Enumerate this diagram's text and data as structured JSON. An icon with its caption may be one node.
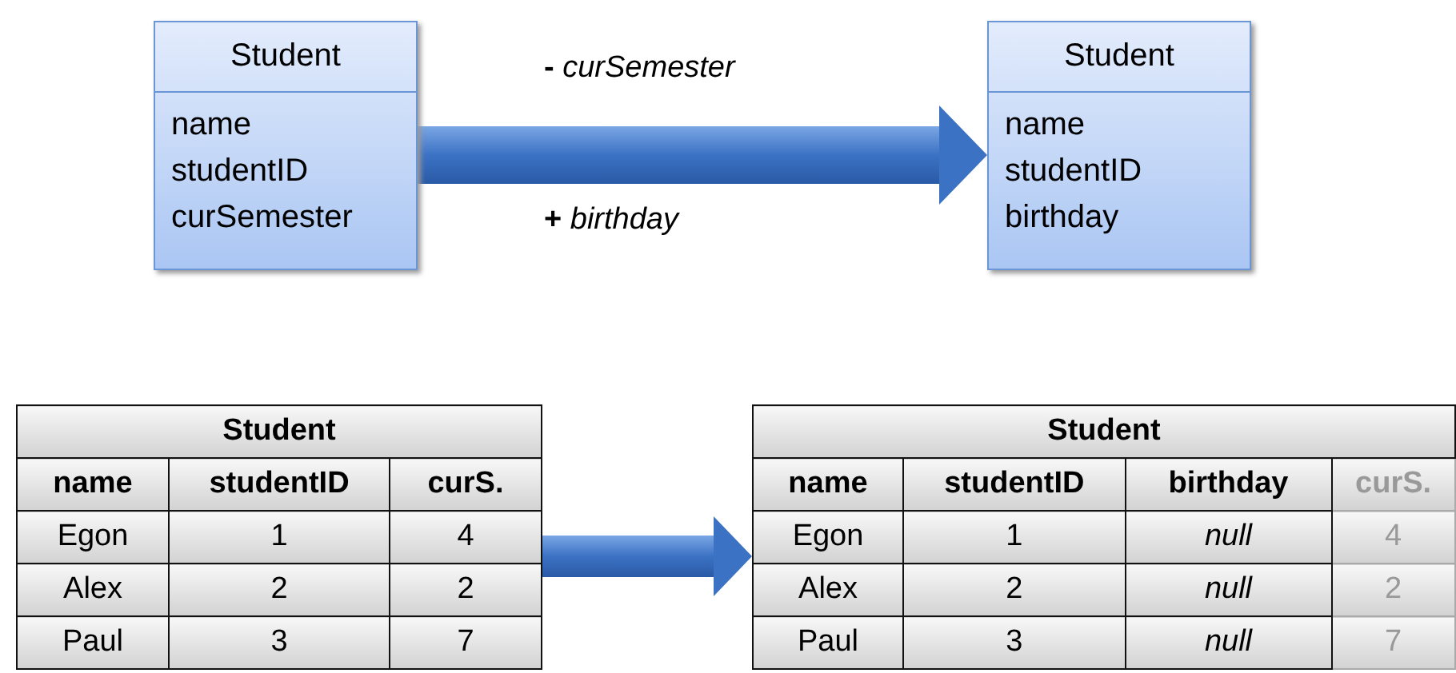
{
  "diagram": {
    "nodes": [
      {
        "text": [
          "Student",
          "name",
          "studentID",
          "curSemester"
        ]
      },
      {
        "text": [
          "Student",
          "name",
          "studentID",
          "birthday"
        ]
      },
      {
        "text": [
          "Student",
          "name",
          "studentID",
          "curS.",
          "Egon",
          "1",
          "4",
          "Alex",
          "2",
          "2",
          "Paul",
          "3",
          "7"
        ]
      },
      {
        "text": [
          "Student",
          "name",
          "studentID",
          "birthday",
          "curS.",
          "Egon",
          "1",
          "null",
          "4",
          "Alex",
          "2",
          "null",
          "2",
          "Paul",
          "3",
          "null",
          "7"
        ]
      }
    ],
    "edges": [
      {
        "from": 0,
        "to": 1,
        "arrow": "to",
        "style": "thick"
      },
      {
        "from": 2,
        "to": 3,
        "arrow": "to",
        "style": "thick"
      }
    ],
    "labels": [
      "**-** *curSemester*",
      "**+** *birthday*"
    ]
  }
}
